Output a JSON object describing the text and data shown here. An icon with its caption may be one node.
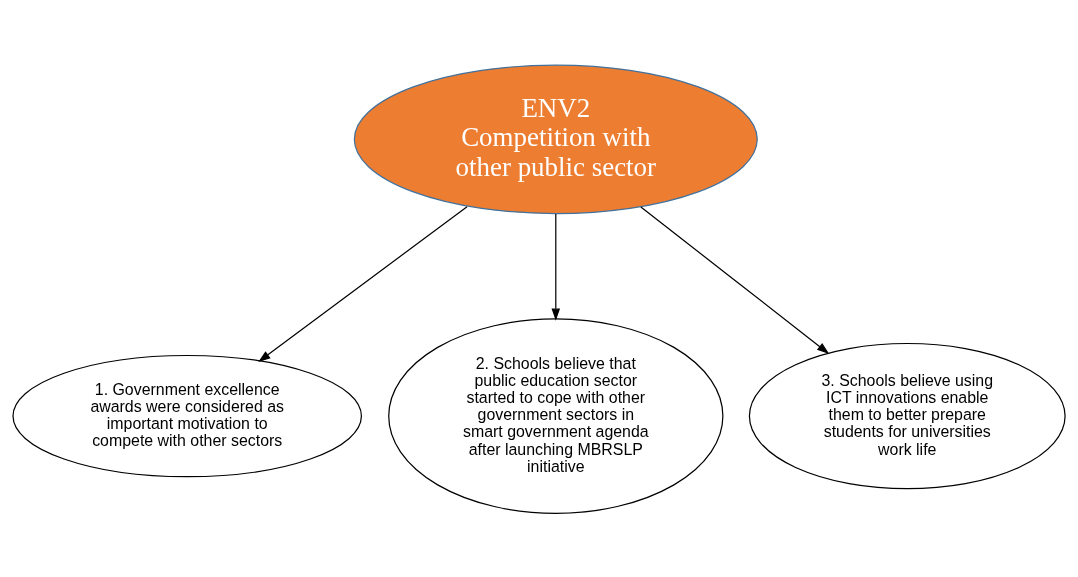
{
  "diagram": {
    "nodes": [
      {
        "text": [
          "ENV2",
          "Competition with other public sector"
        ]
      },
      {
        "text": [
          "1. Government excellence awards were considered as important motivation to compete with other sectors"
        ]
      },
      {
        "text": [
          "2. Schools believe that public education sector started to cope with other government sectors in smart government agenda after launching MBRSLP initiative"
        ]
      },
      {
        "text": [
          "3. Schools believe using ICT innovations enable them to better prepare students for universities work life"
        ]
      }
    ],
    "edges": [
      {
        "from": 0,
        "to": 1,
        "arrow": "to"
      },
      {
        "from": 0,
        "to": 2,
        "arrow": "to"
      },
      {
        "from": 0,
        "to": 3,
        "arrow": "to"
      }
    ]
  }
}
